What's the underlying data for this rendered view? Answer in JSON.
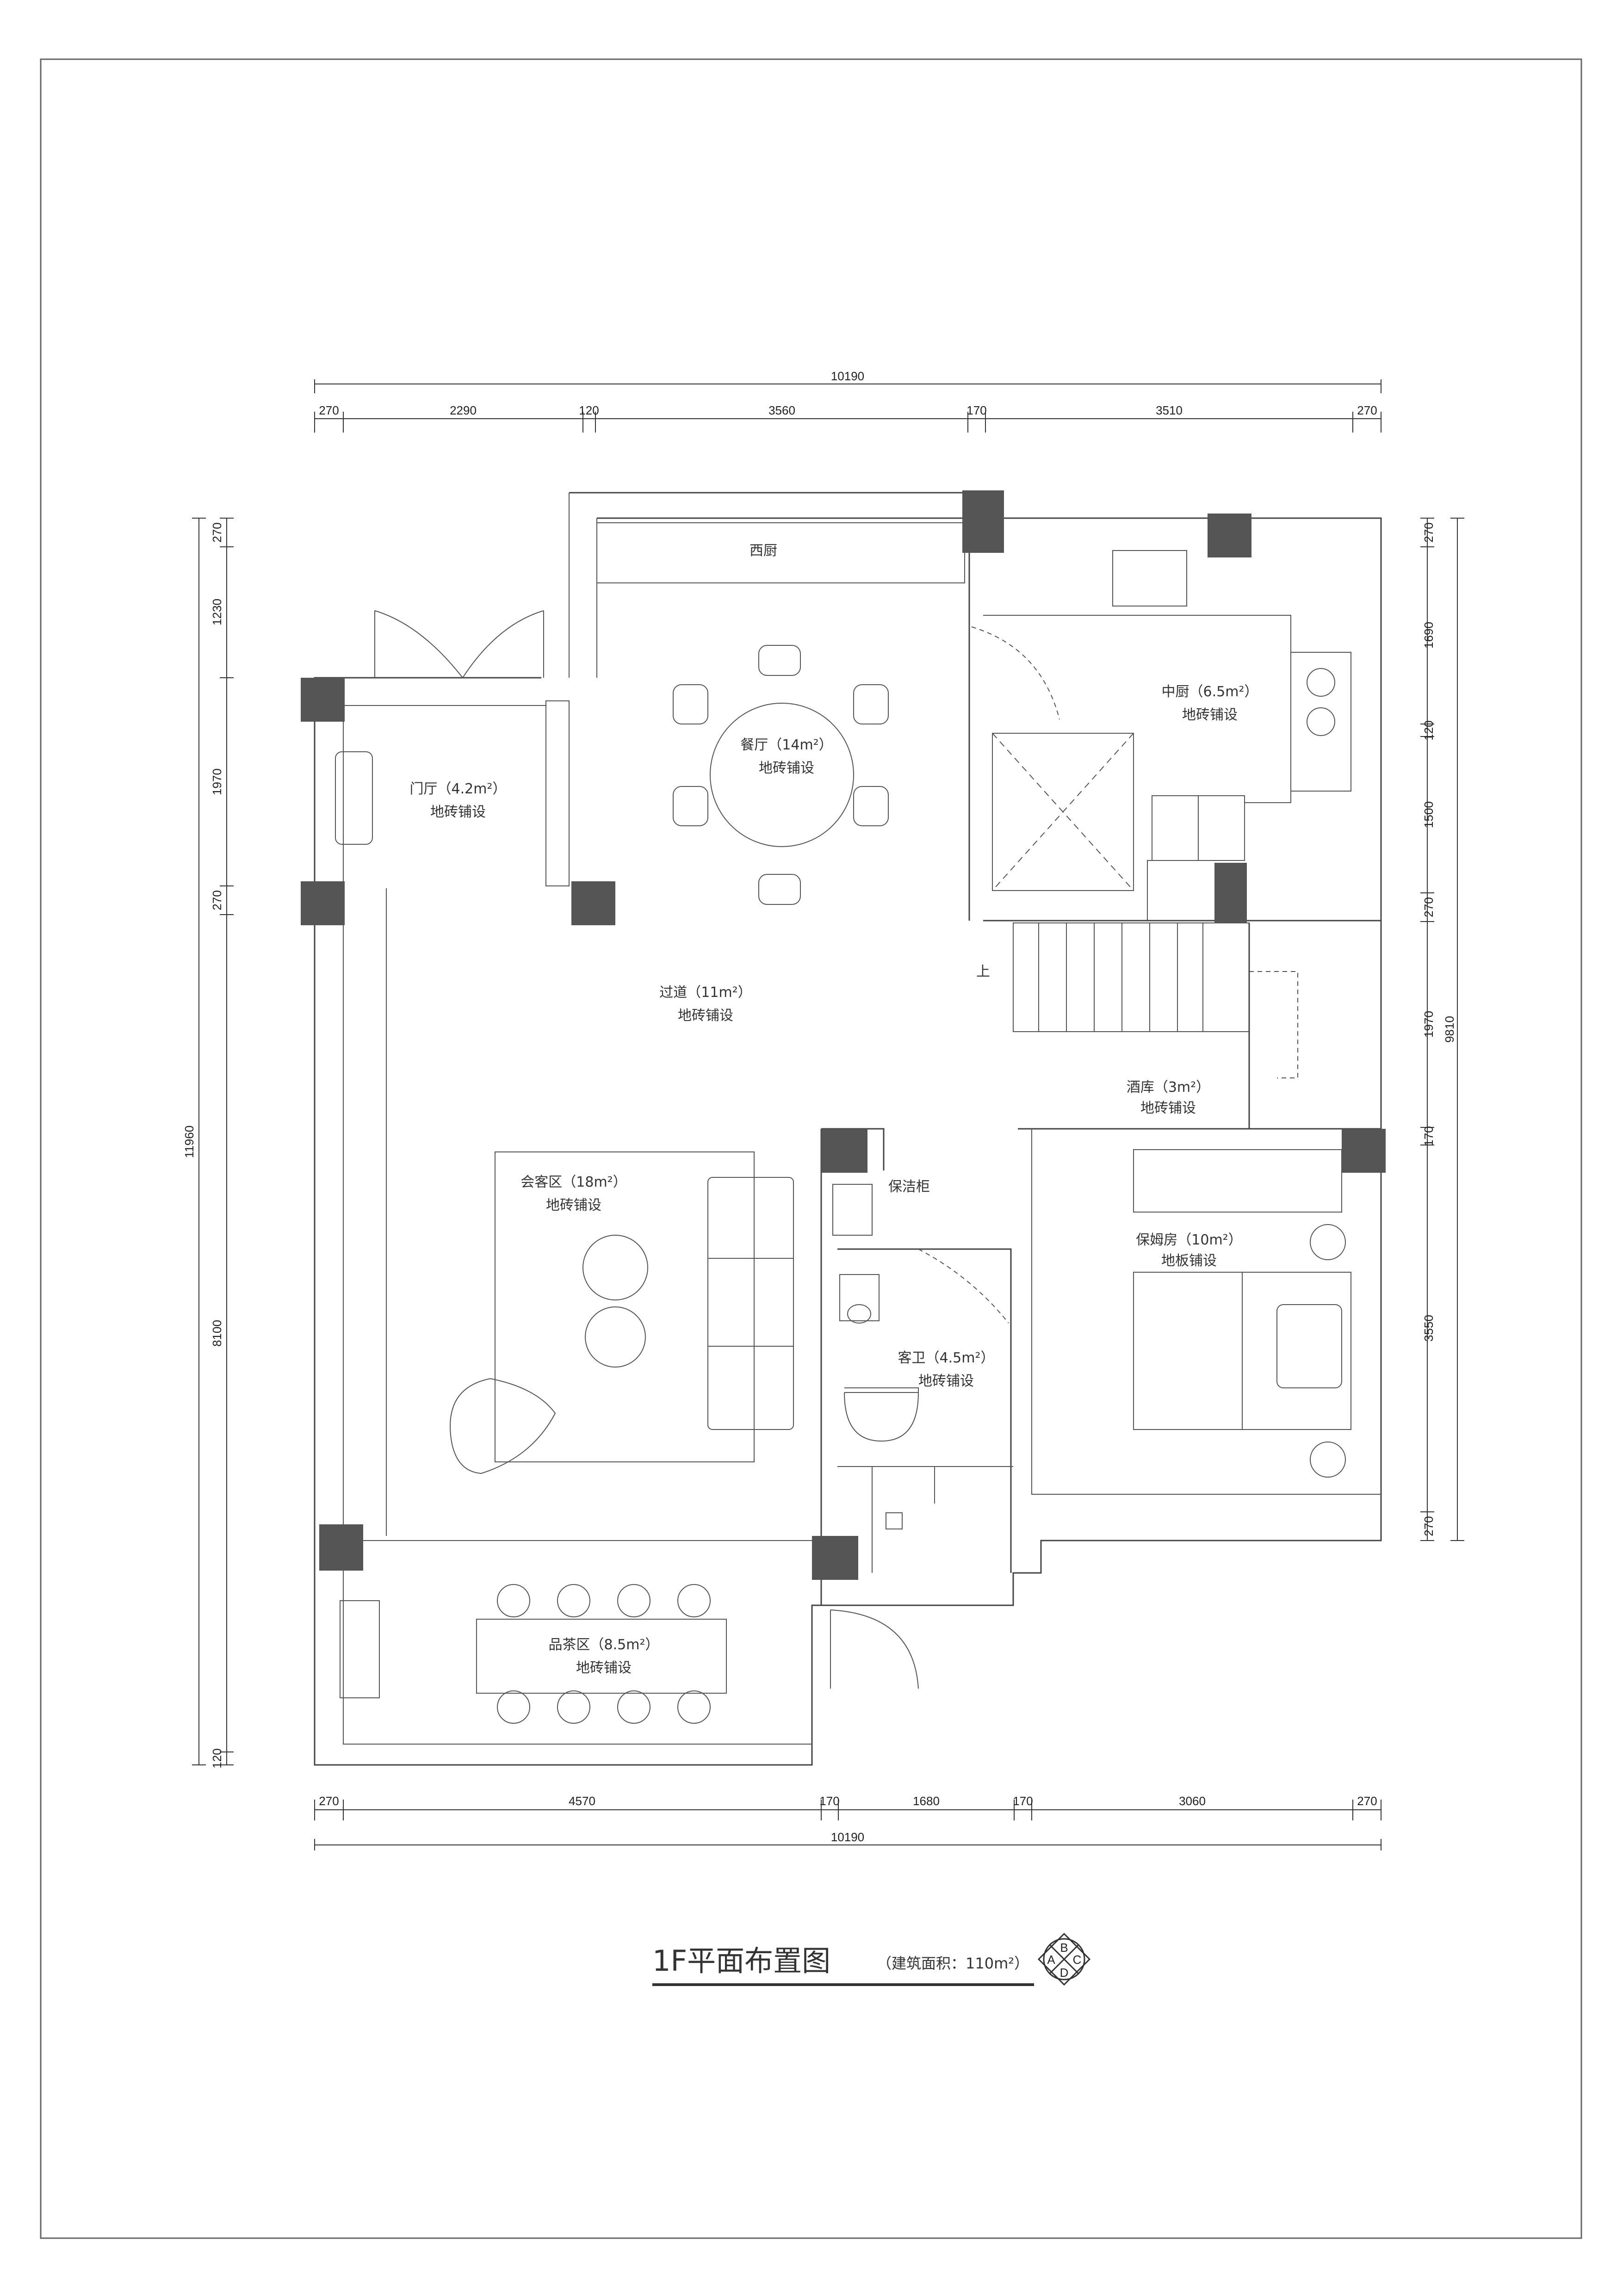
{
  "title": "1F平面布置图",
  "subtitle": "（建筑面积：110m²）",
  "compass": [
    "A",
    "B",
    "C",
    "D"
  ],
  "dims_top": {
    "total": "10190",
    "segments": [
      "270",
      "2290",
      "120",
      "3560",
      "170",
      "3510",
      "270"
    ]
  },
  "dims_bottom": {
    "total": "10190",
    "segments": [
      "270",
      "4570",
      "170",
      "1680",
      "170",
      "3060",
      "270"
    ]
  },
  "dims_left": {
    "total": "11960",
    "segments": [
      "270",
      "1230",
      "1970",
      "270",
      "8100",
      "120"
    ]
  },
  "dims_right": {
    "total": "9810",
    "segments": [
      "270",
      "1690",
      "120",
      "1500",
      "270",
      "1970",
      "170",
      "3550",
      "270"
    ]
  },
  "rooms": {
    "xichu": {
      "name": "西厨",
      "floor": ""
    },
    "canting": {
      "name": "餐厅（14m²）",
      "floor": "地砖铺设"
    },
    "zhongchu": {
      "name": "中厨（6.5m²）",
      "floor": "地砖铺设"
    },
    "menting": {
      "name": "门厅（4.2m²）",
      "floor": "地砖铺设"
    },
    "guodao": {
      "name": "过道（11m²）",
      "floor": "地砖铺设"
    },
    "jiuku": {
      "name": "酒库（3m²）",
      "floor": "地砖铺设"
    },
    "huikequ": {
      "name": "会客区（18m²）",
      "floor": "地砖铺设"
    },
    "baojiegui": {
      "name": "保洁柜",
      "floor": ""
    },
    "baomufang": {
      "name": "保姆房（10m²）",
      "floor": "地板铺设"
    },
    "kewei": {
      "name": "客卫（4.5m²）",
      "floor": "地砖铺设"
    },
    "pinchaqu": {
      "name": "品茶区（8.5m²）",
      "floor": "地砖铺设"
    }
  },
  "stair_label": "上"
}
